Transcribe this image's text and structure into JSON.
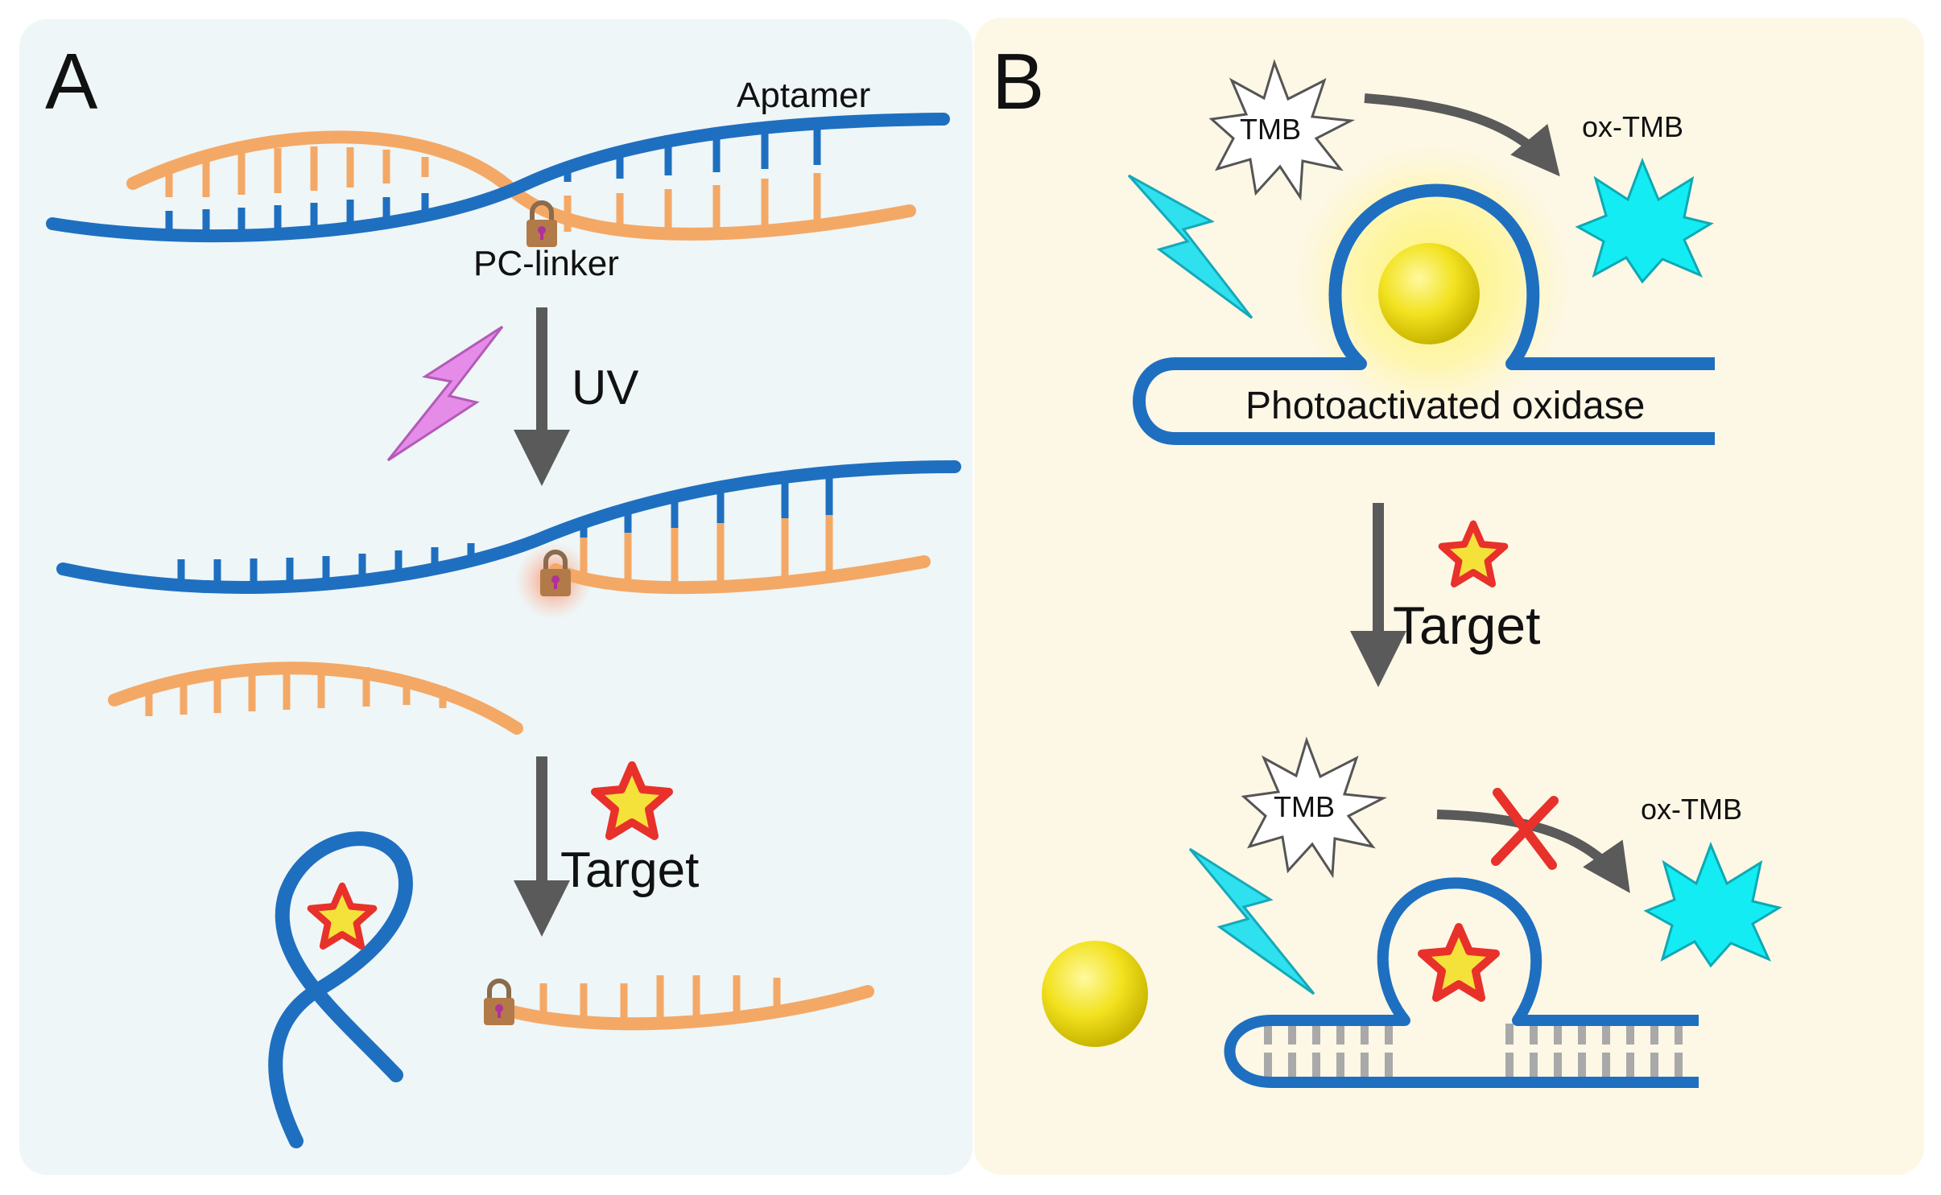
{
  "panel_a": {
    "letter": "A",
    "aptamer_label": "Aptamer",
    "linker_label": "PC-linker",
    "step1_label": "UV",
    "step2_label": "Target"
  },
  "panel_b": {
    "letter": "B",
    "substrate_label_top": "TMB",
    "product_label_top": "ox-TMB",
    "nanozyme_label": "Photoactivated oxidase",
    "step_label": "Target",
    "substrate_label_bottom": "TMB",
    "product_label_bottom": "ox-TMB"
  },
  "colors": {
    "panel_a_bg": "#eef6f7",
    "panel_b_bg": "#fdf7e6",
    "aptamer_strand": "#1f6fc0",
    "complementary_strand": "#f4a866",
    "gray_bases": "#a9a9a9",
    "arrow": "#5a5a5a",
    "uv_bolt": "#e58be8",
    "visible_light_bolt": "#2fe0ef",
    "target_star_fill": "#f4e23a",
    "target_star_outline": "#e8312b",
    "ox_tmb": "#14ecf4",
    "gold_nanoparticle": "#f2e21f",
    "padlock": "#b27a48",
    "block_cross": "#e8312b"
  },
  "icons": [
    "padlock-icon",
    "uv-lightning-icon",
    "light-lightning-icon",
    "target-star-icon",
    "tmb-burst-icon",
    "ox-tmb-burst-icon",
    "nanoparticle-icon",
    "block-cross-icon"
  ]
}
